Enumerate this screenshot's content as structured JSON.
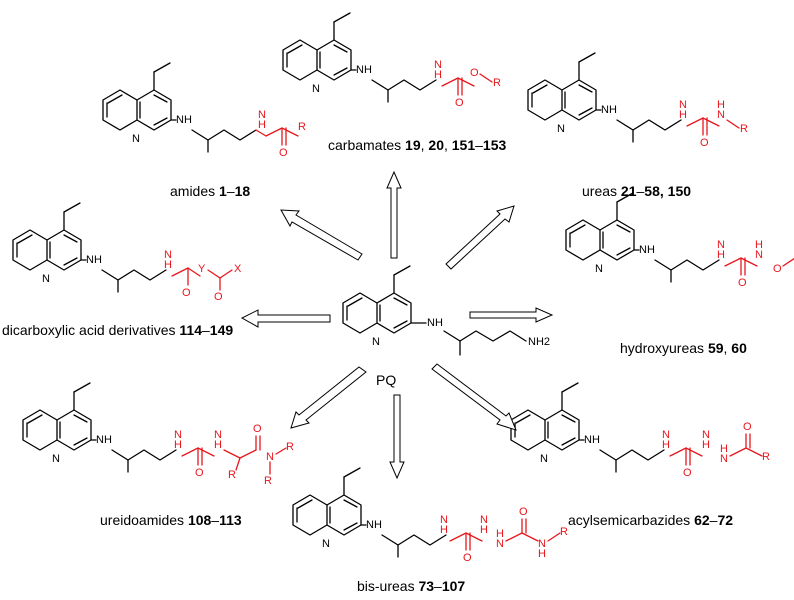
{
  "center": {
    "label": "PQ",
    "amine": "NH2"
  },
  "atoms": {
    "N": "N",
    "NH": "NH",
    "H": "H",
    "O": "O",
    "R": "R",
    "X": "X",
    "Y": "Y"
  },
  "captions": {
    "amides": {
      "text": "amides ",
      "bold": "1",
      "dash": "–",
      "bold2": "18",
      "rest": ""
    },
    "carbamates": {
      "text": "carbamates ",
      "b1": "19",
      "sep1": ", ",
      "b2": "20",
      "sep2": ", ",
      "b3": "151",
      "dash": "–",
      "b4": "153"
    },
    "ureas": {
      "text": "ureas ",
      "b1": "21",
      "dash": "–",
      "b2": "58",
      "sep": ", ",
      "b3": "150"
    },
    "dicarboxylic": {
      "text": "dicarboxylic acid derivatives ",
      "b1": "114",
      "dash": "–",
      "b2": "149"
    },
    "hydroxyureas": {
      "text": "hydroxyureas ",
      "b1": "59",
      "sep": ", ",
      "b2": "60"
    },
    "ureidoamides": {
      "text": "ureidoamides ",
      "b1": "108",
      "dash": "–",
      "b2": "113"
    },
    "acylsemicarbazides": {
      "text": "acylsemicarbazides ",
      "b1": "62",
      "dash": "–",
      "b2": "72"
    },
    "bisureas": {
      "text": "bis-ureas ",
      "b1": "73",
      "dash": "–",
      "b2": "107"
    }
  },
  "colors": {
    "scaffold": "#000000",
    "modification": "#e8161d"
  }
}
